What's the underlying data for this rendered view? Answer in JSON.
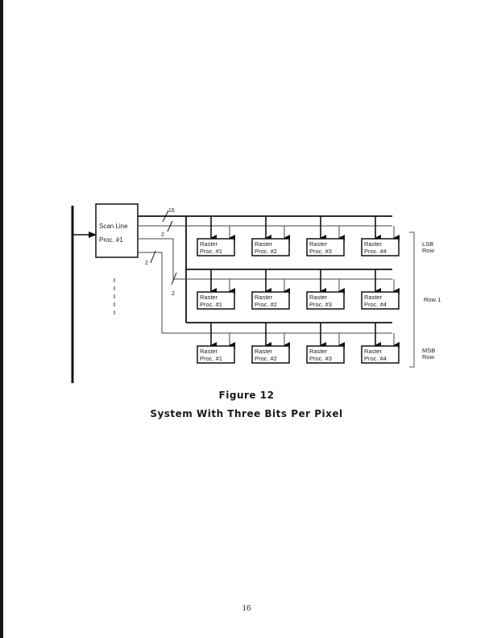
{
  "diagram": {
    "scan_line_processor": {
      "line1": "Scan Line",
      "line2": "Proc. #1"
    },
    "bus_labels": {
      "data_bus": "16",
      "row_bus": "2"
    },
    "rows": [
      {
        "label_line1": "LSB",
        "label_line2": "Row",
        "processors": [
          {
            "line1": "Raster",
            "line2": "Proc. #1"
          },
          {
            "line1": "Raster",
            "line2": "Proc. #2"
          },
          {
            "line1": "Raster",
            "line2": "Proc. #3"
          },
          {
            "line1": "Raster",
            "line2": "Proc. #4"
          }
        ]
      },
      {
        "label_line1": "Row 1",
        "label_line2": "",
        "processors": [
          {
            "line1": "Raster",
            "line2": "Proc. #1"
          },
          {
            "line1": "Raster",
            "line2": "Proc. #2"
          },
          {
            "line1": "Raster",
            "line2": "Proc. #3"
          },
          {
            "line1": "Raster",
            "line2": "Proc. #4"
          }
        ]
      },
      {
        "label_line1": "MSB",
        "label_line2": "Row",
        "processors": [
          {
            "line1": "Raster",
            "line2": "Proc. #1"
          },
          {
            "line1": "Raster",
            "line2": "Proc. #2"
          },
          {
            "line1": "Raster",
            "line2": "Proc. #3"
          },
          {
            "line1": "Raster",
            "line2": "Proc. #4"
          }
        ]
      }
    ]
  },
  "figure": {
    "number": "Figure 12",
    "caption": "System With Three Bits Per Pixel"
  },
  "page_number": "16"
}
